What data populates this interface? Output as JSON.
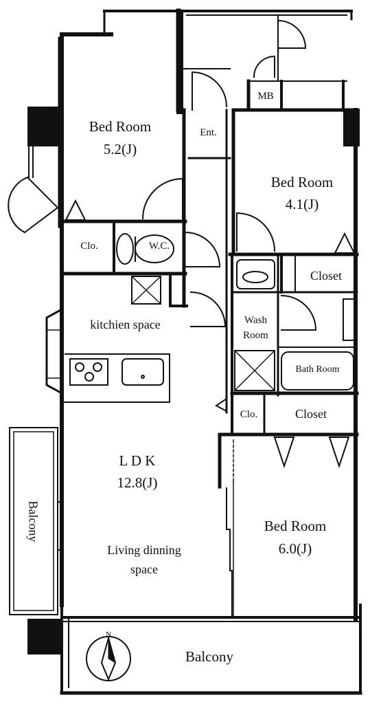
{
  "rooms": {
    "bed1": {
      "name": "Bed Room",
      "size": "5.2(J)"
    },
    "bed2": {
      "name": "Bed Room",
      "size": "4.1(J)"
    },
    "bed3": {
      "name": "Bed Room",
      "size": "6.0(J)"
    },
    "entrance": "Ent.",
    "meter_box": "MB",
    "closet_small_1": "Clo.",
    "toilet": "W.C.",
    "closet_right_top": "Closet",
    "kitchen": "kitchien space",
    "wash_room": {
      "line1": "Wash",
      "line2": "Room"
    },
    "bath_room": "Bath Room",
    "closet_small_2": "Clo.",
    "closet_right_mid": "Closet",
    "ldk": {
      "name": "L D K",
      "size": "12.8(J)",
      "desc1": "Living dinning",
      "desc2": "space"
    },
    "balcony_left": "Balcony",
    "balcony_bottom": "Balcony"
  },
  "compass": {
    "north_label": "N"
  }
}
